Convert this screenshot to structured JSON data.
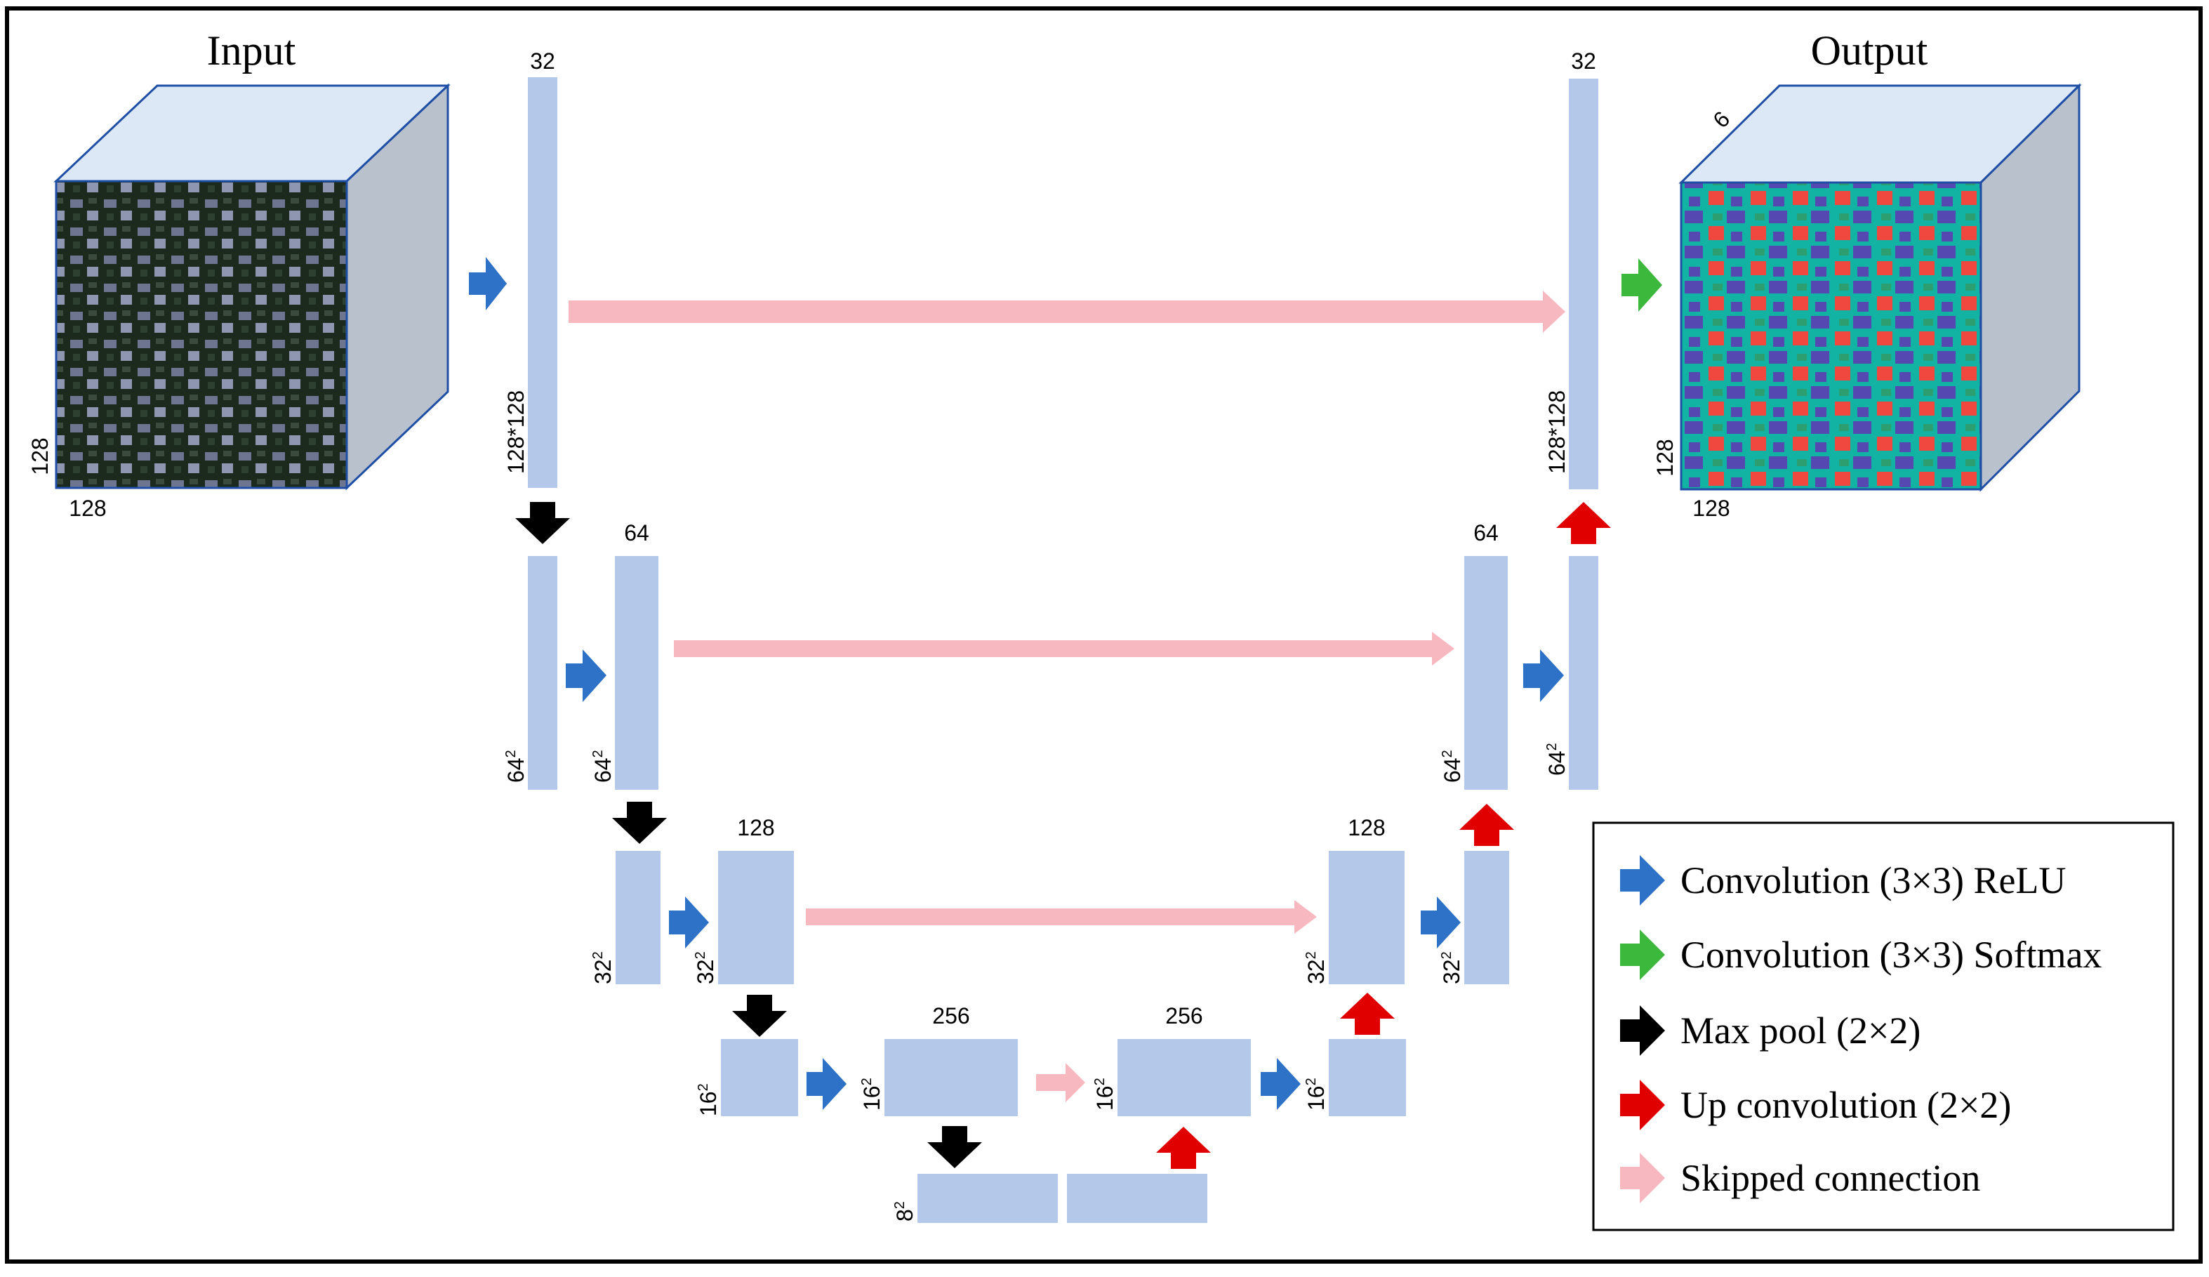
{
  "titles": {
    "input": "Input",
    "output": "Output"
  },
  "input_cube": {
    "height_label": "128",
    "width_label": "128"
  },
  "output_cube": {
    "depth_label": "6",
    "height_label": "128",
    "width_label": "128"
  },
  "level1": {
    "enc_top": "32",
    "enc_side": "128*128",
    "dec_top": "32",
    "dec_side": "128*128"
  },
  "level2": {
    "enc_top": "64",
    "enc_side_a": "64",
    "enc_side_b": "64",
    "dec_top": "64",
    "dec_side_a": "64",
    "dec_side_b": "64",
    "exp": "2"
  },
  "level3": {
    "enc_top": "128",
    "enc_side_a": "32",
    "enc_side_b": "32",
    "dec_top": "128",
    "dec_side_a": "32",
    "dec_side_b": "32",
    "exp": "2"
  },
  "level4": {
    "enc_top": "256",
    "enc_side_a": "16",
    "enc_side_b": "16",
    "dec_top": "256",
    "dec_side_a": "16",
    "dec_side_b": "16",
    "exp": "2"
  },
  "bottleneck": {
    "side": "8",
    "exp": "2"
  },
  "legend": {
    "items": [
      {
        "label": "Convolution (3×3) ReLU",
        "color": "#2e72c8",
        "icon": "blue-arrow-icon"
      },
      {
        "label": "Convolution (3×3) Softmax",
        "color": "#3cb83c",
        "icon": "green-arrow-icon"
      },
      {
        "label": "Max pool (2×2)",
        "color": "#000000",
        "icon": "black-arrow-icon"
      },
      {
        "label": "Up convolution (2×2)",
        "color": "#e00000",
        "icon": "red-arrow-icon"
      },
      {
        "label": "Skipped connection",
        "color": "#f8b8c0",
        "icon": "pink-arrow-icon"
      }
    ]
  },
  "colors": {
    "block": "#b4c8ea",
    "cube_top": "#dde8f7",
    "cube_side": "#b9c1cd",
    "cube_edge": "#1f4fa5",
    "skip": "#f8b8c0",
    "conv": "#2e72c8",
    "softmax": "#3cb83c",
    "pool": "#000000",
    "up": "#e00000"
  }
}
